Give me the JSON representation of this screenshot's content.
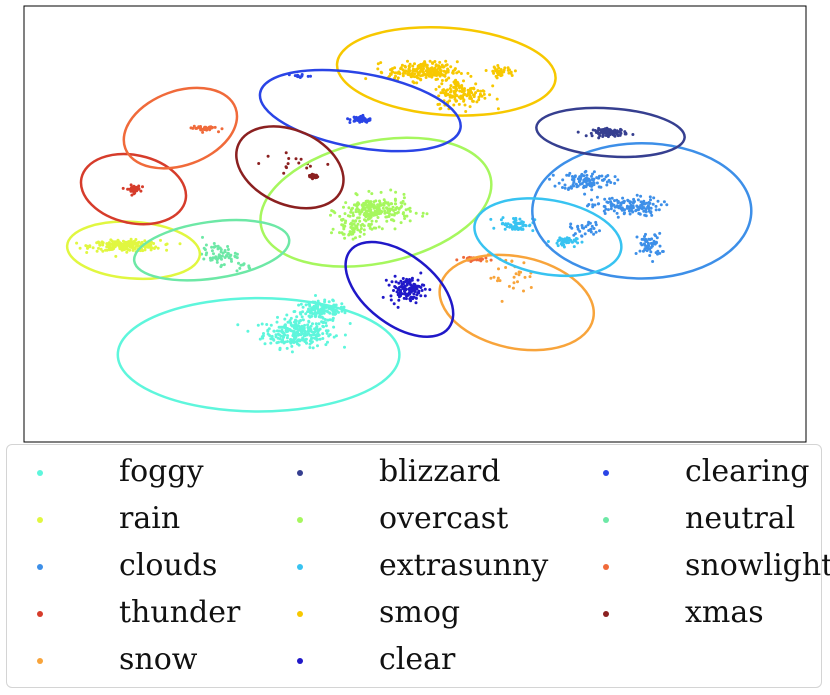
{
  "chart_data": {
    "type": "scatter",
    "title": "",
    "xlabel": "",
    "ylabel": "",
    "xlim": [
      0,
      100
    ],
    "ylim": [
      0,
      100
    ],
    "grid": false,
    "legend_position": "below",
    "series": [
      {
        "name": "foggy",
        "color": "#5ef6dc",
        "clusters": [
          [
            35,
            25,
            4,
            3,
            260
          ],
          [
            38,
            30,
            3,
            2,
            140
          ]
        ],
        "ellipse": {
          "cx": 30,
          "cy": 20,
          "rx": 18,
          "ry": 13,
          "angle": 0
        }
      },
      {
        "name": "rain",
        "color": "#e1f740",
        "clusters": [
          [
            13,
            45,
            4,
            1.1,
            220
          ]
        ],
        "ellipse": {
          "cx": 14,
          "cy": 44,
          "rx": 8.5,
          "ry": 6.5,
          "angle": 4
        }
      },
      {
        "name": "clouds",
        "color": "#3d8fe8",
        "clusters": [
          [
            72,
            60,
            3,
            2,
            110
          ],
          [
            77,
            54,
            4,
            2,
            140
          ],
          [
            80,
            45,
            1.4,
            2.5,
            60
          ],
          [
            72,
            49,
            2,
            1.5,
            30
          ]
        ],
        "ellipse": {
          "cx": 79,
          "cy": 53,
          "rx": 14,
          "ry": 15.5,
          "angle": 0
        }
      },
      {
        "name": "thunder",
        "color": "#d63c2b",
        "clusters": [
          [
            14,
            58,
            0.8,
            0.8,
            45
          ]
        ],
        "ellipse": {
          "cx": 14,
          "cy": 58,
          "rx": 6.8,
          "ry": 7.8,
          "angle": 12
        }
      },
      {
        "name": "snow",
        "color": "#f8a43b",
        "clusters": [
          [
            62,
            38,
            3,
            4,
            30
          ]
        ],
        "ellipse": {
          "cx": 63,
          "cy": 32,
          "rx": 10,
          "ry": 10.5,
          "angle": 12
        }
      },
      {
        "name": "blizzard",
        "color": "#363f90",
        "clusters": [
          [
            75,
            71,
            2,
            0.8,
            90
          ]
        ],
        "ellipse": {
          "cx": 75,
          "cy": 71,
          "rx": 9.5,
          "ry": 5.5,
          "angle": 4
        }
      },
      {
        "name": "overcast",
        "color": "#a6f75e",
        "clusters": [
          [
            45,
            53,
            4,
            3,
            220
          ],
          [
            42,
            49,
            2,
            2,
            60
          ]
        ],
        "ellipse": {
          "cx": 45,
          "cy": 55,
          "rx": 15,
          "ry": 14,
          "angle": -12
        }
      },
      {
        "name": "extrasunny",
        "color": "#38c3f1",
        "clusters": [
          [
            63,
            50,
            2,
            1.5,
            60
          ],
          [
            69,
            46,
            1.5,
            1,
            40
          ]
        ],
        "ellipse": {
          "cx": 67,
          "cy": 47,
          "rx": 9.5,
          "ry": 8.5,
          "angle": 10
        }
      },
      {
        "name": "smog",
        "color": "#f7c800",
        "clusters": [
          [
            51,
            85,
            4,
            2,
            220
          ],
          [
            56,
            80,
            3,
            3,
            140
          ],
          [
            61,
            85,
            1.5,
            1,
            40
          ]
        ],
        "ellipse": {
          "cx": 54,
          "cy": 85,
          "rx": 14,
          "ry": 10,
          "angle": 4
        }
      },
      {
        "name": "clear",
        "color": "#2018c8",
        "clusters": [
          [
            49,
            35,
            2,
            2.5,
            120
          ]
        ],
        "ellipse": {
          "cx": 48,
          "cy": 35,
          "rx": 8,
          "ry": 8,
          "angle": 38
        }
      },
      {
        "name": "clearing",
        "color": "#2a44e6",
        "clusters": [
          [
            43,
            74,
            1.2,
            0.8,
            40
          ],
          [
            35,
            84,
            1.2,
            0.4,
            12
          ]
        ],
        "ellipse": {
          "cx": 43,
          "cy": 76,
          "rx": 13,
          "ry": 8.5,
          "angle": 10
        }
      },
      {
        "name": "neutral",
        "color": "#6de8a6",
        "clusters": [
          [
            25,
            43,
            2,
            2,
            60
          ],
          [
            28,
            40,
            1,
            1,
            10
          ]
        ],
        "ellipse": {
          "cx": 24,
          "cy": 44,
          "rx": 10,
          "ry": 6.5,
          "angle": -8
        }
      },
      {
        "name": "snowlight",
        "color": "#f06a3a",
        "clusters": [
          [
            23,
            72,
            1.5,
            0.6,
            40
          ],
          [
            57,
            42,
            1.5,
            0.5,
            30
          ]
        ],
        "ellipse": {
          "cx": 20,
          "cy": 72,
          "rx": 7.5,
          "ry": 8.5,
          "angle": -20
        }
      },
      {
        "name": "xmas",
        "color": "#8b2020",
        "clusters": [
          [
            37,
            61,
            0.6,
            0.5,
            30
          ],
          [
            35,
            64,
            4,
            2,
            15
          ]
        ],
        "ellipse": {
          "cx": 34,
          "cy": 63,
          "rx": 7.2,
          "ry": 8.5,
          "angle": 24
        }
      }
    ],
    "legend_order": [
      [
        "foggy",
        "rain",
        "clouds",
        "thunder",
        "snow"
      ],
      [
        "blizzard",
        "overcast",
        "extrasunny",
        "smog",
        "clear"
      ],
      [
        "clearing",
        "neutral",
        "snowlight",
        "xmas"
      ]
    ]
  }
}
